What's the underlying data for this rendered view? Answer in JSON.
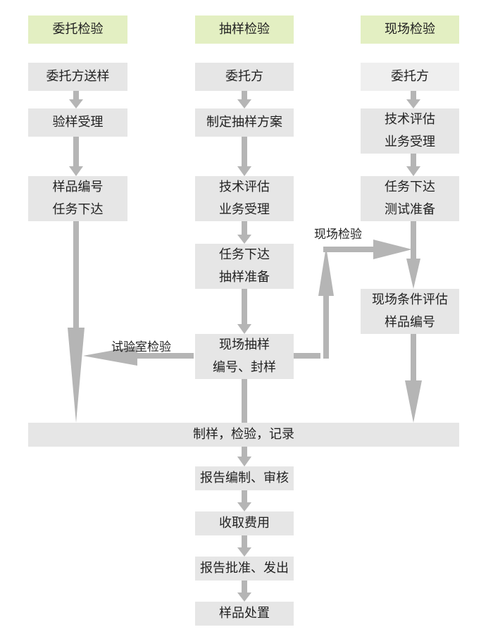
{
  "colors": {
    "box": "#e6e6e6",
    "header": "#e3efc2",
    "arrow": "#b5b5b5",
    "text": "#222222"
  },
  "columns": {
    "col1": {
      "header": "委托检验",
      "step1": "委托方送样",
      "step2": "验样受理",
      "step3": [
        "样品编号",
        "任务下达"
      ]
    },
    "col2": {
      "header": "抽样检验",
      "step1": "委托方",
      "step2": "制定抽样方案",
      "step3": [
        "技术评估",
        "业务受理"
      ],
      "step4": [
        "任务下达",
        "抽样准备"
      ],
      "step5": [
        "现场抽样",
        "编号、封样"
      ]
    },
    "col3": {
      "header": "现场检验",
      "step1": "委托方",
      "step2": [
        "技术评估",
        "业务受理"
      ],
      "step3": [
        "任务下达",
        "测试准备"
      ],
      "step4": [
        "现场条件评估",
        "样品编号"
      ]
    }
  },
  "labels": {
    "lab_test": "试验室检验",
    "field_test": "现场检验"
  },
  "bottom": {
    "merge": "制样，检验，记录",
    "steps": [
      "报告编制、审核",
      "收取费用",
      "报告批准、发出",
      "样品处置"
    ]
  }
}
